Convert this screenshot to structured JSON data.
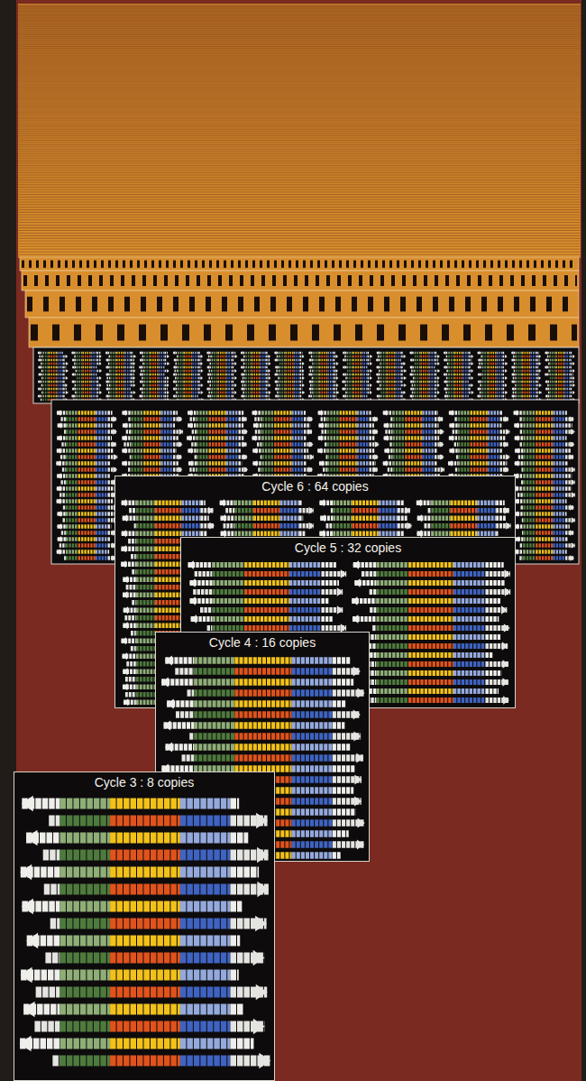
{
  "diagram": {
    "nodes": [
      {
        "text": [
          "Cycle 6 : 64 copies"
        ]
      },
      {
        "text": [
          "Cycle 5 : 32 copies"
        ]
      },
      {
        "text": [
          "Cycle 4 : 16 copies"
        ]
      },
      {
        "text": [
          "Cycle 3 : 8 copies"
        ]
      }
    ]
  }
}
